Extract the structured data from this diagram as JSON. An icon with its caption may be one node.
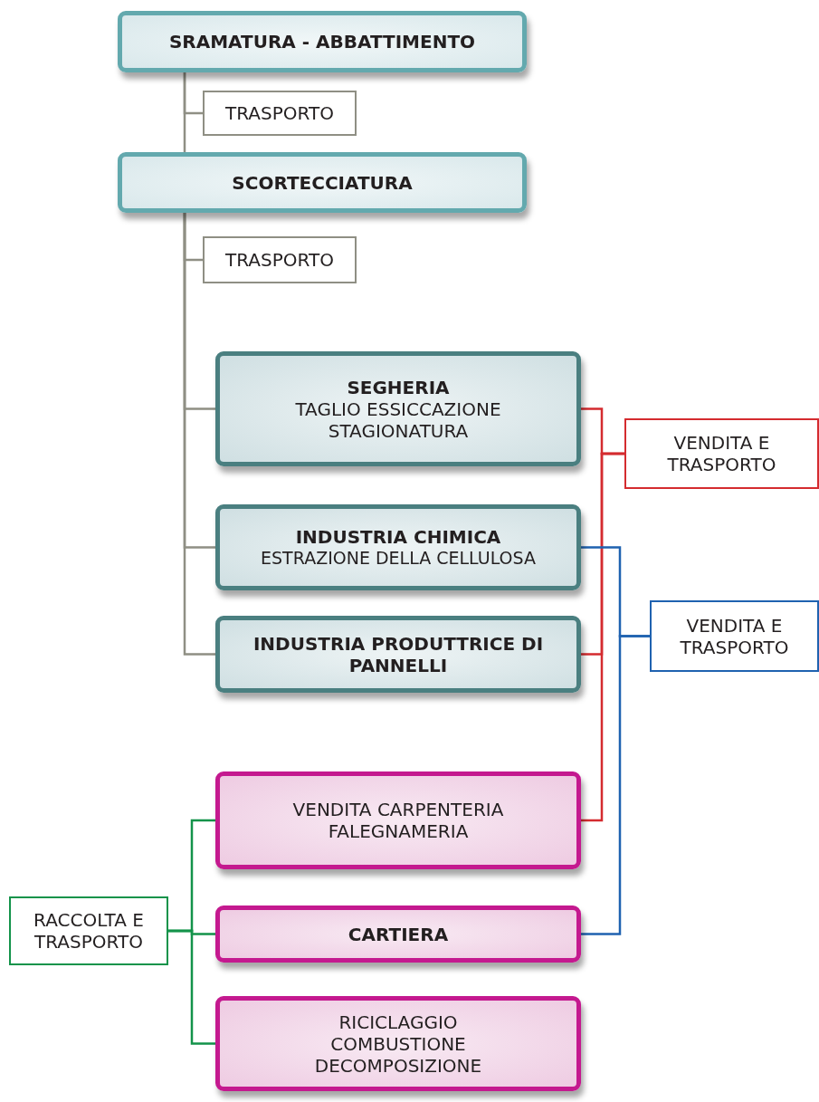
{
  "diagram": {
    "nodes": [
      {
        "text": [
          "SRAMATURA - ABBATTIMENTO"
        ]
      },
      {
        "text": [
          "TRASPORTO"
        ]
      },
      {
        "text": [
          "SCORTECCIATURA"
        ]
      },
      {
        "text": [
          "TRASPORTO"
        ]
      },
      {
        "text": [
          "SEGHERIA",
          "TAGLIO ESSICCAZIONE STAGIONATURA"
        ]
      },
      {
        "text": [
          "INDUSTRIA CHIMICA",
          "ESTRAZIONE DELLA CELLULOSA"
        ]
      },
      {
        "text": [
          "INDUSTRIA PRODUTTRICE DI PANNELLI"
        ]
      },
      {
        "text": [
          "VENDITA E TRASPORTO"
        ]
      },
      {
        "text": [
          "VENDITA E TRASPORTO"
        ]
      },
      {
        "text": [
          "VENDITA CARPENTERIA FALEGNAMERIA"
        ]
      },
      {
        "text": [
          "RACCOLTA E TRASPORTO"
        ]
      },
      {
        "text": [
          "CARTIERA"
        ]
      },
      {
        "text": [
          "RICICLAGGIO COMBUSTIONE DECOMPOSIZIONE"
        ]
      }
    ],
    "edges": [
      {
        "from": 0,
        "to": 1,
        "arrow": "none"
      },
      {
        "from": 0,
        "to": 2,
        "arrow": "none"
      },
      {
        "from": 2,
        "to": 3,
        "arrow": "none"
      },
      {
        "from": 2,
        "to": 4,
        "arrow": "none"
      },
      {
        "from": 2,
        "to": 5,
        "arrow": "none"
      },
      {
        "from": 2,
        "to": 6,
        "arrow": "none"
      },
      {
        "from": 4,
        "to": 7,
        "arrow": "none",
        "color": "#d42b2f"
      },
      {
        "from": 6,
        "to": 7,
        "arrow": "none",
        "color": "#d42b2f"
      },
      {
        "from": 7,
        "to": 9,
        "arrow": "none",
        "color": "#d42b2f"
      },
      {
        "from": 5,
        "to": 8,
        "arrow": "none",
        "color": "#1f62b0"
      },
      {
        "from": 8,
        "to": 11,
        "arrow": "none",
        "color": "#1f62b0"
      },
      {
        "from": 10,
        "to": 9,
        "arrow": "none",
        "color": "#13934a"
      },
      {
        "from": 10,
        "to": 11,
        "arrow": "none",
        "color": "#13934a"
      },
      {
        "from": 10,
        "to": 12,
        "arrow": "none",
        "color": "#13934a"
      }
    ]
  }
}
